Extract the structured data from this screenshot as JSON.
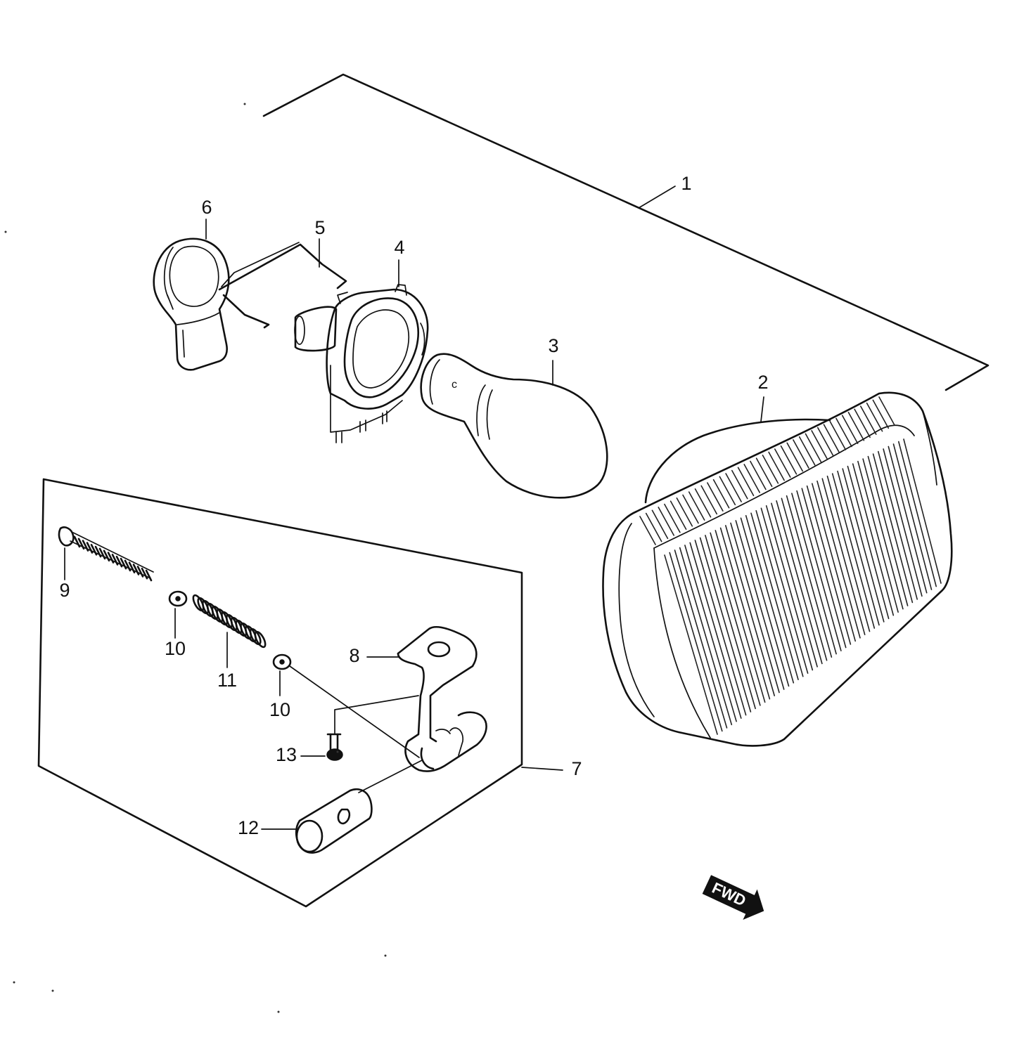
{
  "diagram": {
    "callouts": [
      {
        "id": "1",
        "label": "1"
      },
      {
        "id": "2",
        "label": "2"
      },
      {
        "id": "3",
        "label": "3"
      },
      {
        "id": "4",
        "label": "4"
      },
      {
        "id": "5",
        "label": "5"
      },
      {
        "id": "6",
        "label": "6"
      },
      {
        "id": "7",
        "label": "7"
      },
      {
        "id": "8",
        "label": "8"
      },
      {
        "id": "9",
        "label": "9"
      },
      {
        "id": "10a",
        "label": "10"
      },
      {
        "id": "10b",
        "label": "10"
      },
      {
        "id": "11",
        "label": "11"
      },
      {
        "id": "12",
        "label": "12"
      },
      {
        "id": "13",
        "label": "13"
      }
    ],
    "fwd_badge": "FWD",
    "bulb_mark": "c"
  }
}
